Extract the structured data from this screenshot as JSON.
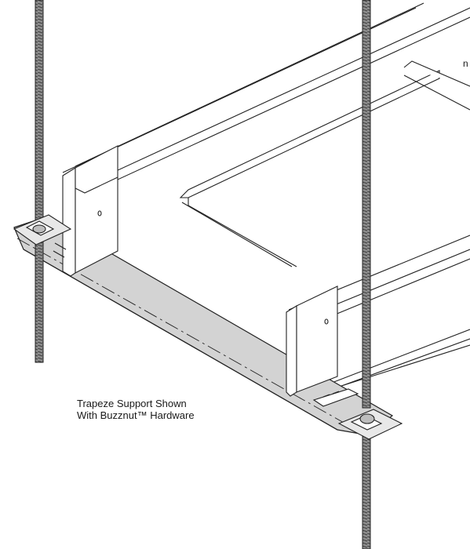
{
  "caption": {
    "line1": "Trapeze Support Shown",
    "line2": "With Buzznut™ Hardware"
  },
  "edge_text": "n",
  "colors": {
    "line": "#222222",
    "channel_fill": "#d3d3d3",
    "metal_fill": "#ffffff",
    "rod_fill": "#9a9a9a"
  }
}
